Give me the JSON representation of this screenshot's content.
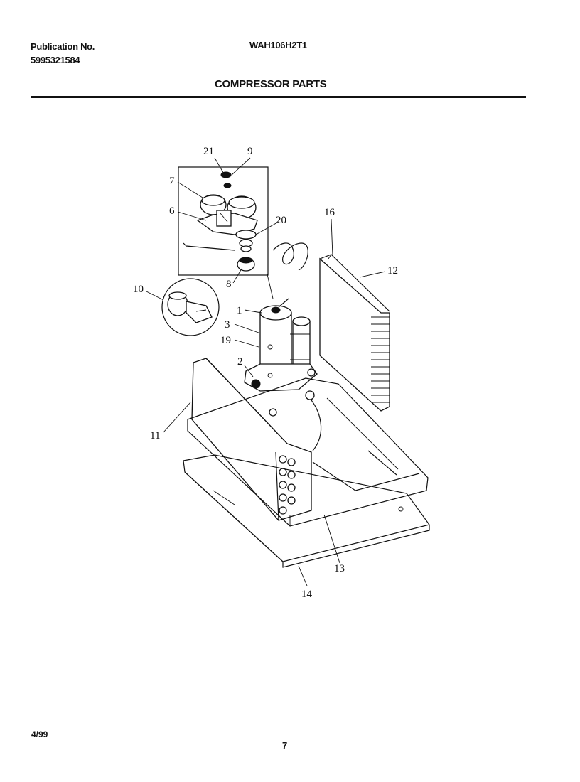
{
  "header": {
    "publication_label": "Publication No.",
    "publication_number": "5995321584",
    "model": "WAH106H2T1",
    "title": "COMPRESSOR PARTS"
  },
  "footer": {
    "date": "4/99",
    "page_number": "7"
  },
  "callouts": {
    "c21": "21",
    "c9": "9",
    "c7": "7",
    "c6": "6",
    "c20": "20",
    "c8": "8",
    "c16": "16",
    "c12": "12",
    "c10": "10",
    "c1": "1",
    "c3": "3",
    "c19": "19",
    "c2": "2",
    "c11": "11",
    "c13": "13",
    "c14": "14"
  }
}
